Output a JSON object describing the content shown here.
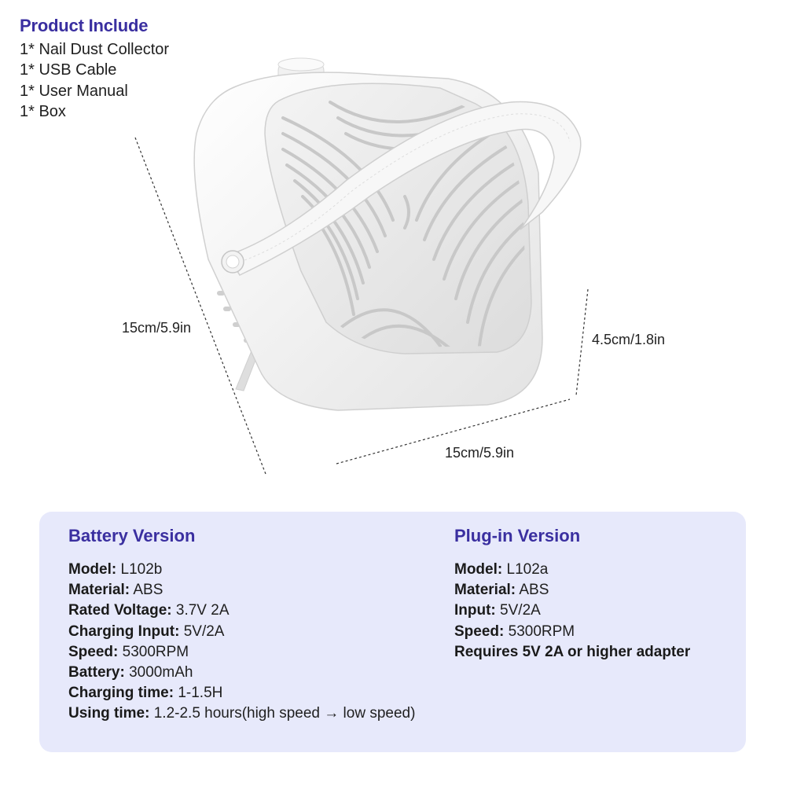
{
  "product_include": {
    "title": "Product Include",
    "items": [
      "1* Nail Dust Collector",
      "1* USB Cable",
      "1* User Manual",
      "1* Box"
    ]
  },
  "dimensions": {
    "height": "15cm/5.9in",
    "depth": "4.5cm/1.8in",
    "width": "15cm/5.9in"
  },
  "battery_version": {
    "title": "Battery Version",
    "specs": [
      {
        "label": "Model:",
        "value": "L102b"
      },
      {
        "label": "Material:",
        "value": "ABS"
      },
      {
        "label": "Rated Voltage:",
        "value": "3.7V 2A"
      },
      {
        "label": "Charging Input:",
        "value": "5V/2A"
      },
      {
        "label": "Speed:",
        "value": "5300RPM"
      },
      {
        "label": "Battery:",
        "value": "3000mAh"
      },
      {
        "label": "Charging time:",
        "value": "1-1.5H"
      },
      {
        "label": "Using time:",
        "value": "1.2-2.5 hours(high speed → low speed)"
      }
    ]
  },
  "plugin_version": {
    "title": "Plug-in Version",
    "specs": [
      {
        "label": "Model:",
        "value": "L102a"
      },
      {
        "label": "Material:",
        "value": "ABS"
      },
      {
        "label": "Input:",
        "value": "5V/2A"
      },
      {
        "label": "Speed:",
        "value": "5300RPM"
      },
      {
        "label": "Requires 5V 2A or higher adapter",
        "value": ""
      }
    ]
  },
  "colors": {
    "accent": "#3a2fa0",
    "card_background": "#e7e9fb"
  }
}
